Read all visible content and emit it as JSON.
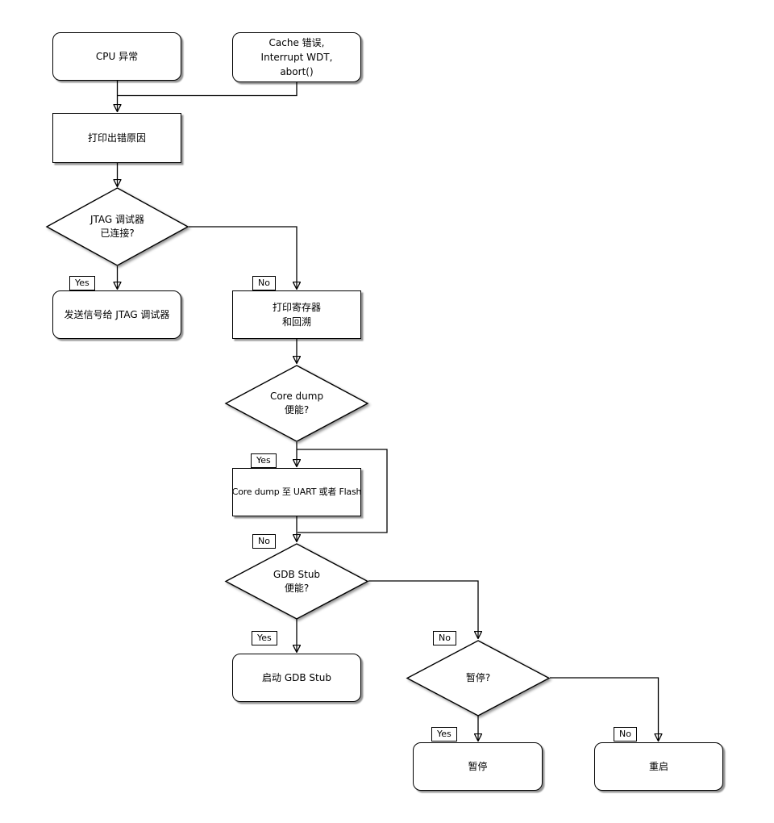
{
  "nodes": {
    "cpu_exception": {
      "type": "start",
      "label": "CPU 异常"
    },
    "cache_error": {
      "type": "start",
      "lines": [
        "Cache 错误,",
        "Interrupt WDT,",
        "abort()"
      ]
    },
    "print_cause": {
      "type": "process",
      "label": "打印出错原因"
    },
    "jtag_connected": {
      "type": "decision",
      "lines": [
        "JTAG 调试器",
        "已连接?"
      ]
    },
    "send_signal": {
      "type": "terminal",
      "label": "发送信号给 JTAG 调试器"
    },
    "print_registers": {
      "type": "process",
      "lines": [
        "打印寄存器",
        "和回溯"
      ]
    },
    "coredump_enabled": {
      "type": "decision",
      "lines": [
        "Core dump",
        "便能?"
      ]
    },
    "coredump_uart": {
      "type": "process",
      "label": "Core dump 至 UART 或者 Flash"
    },
    "gdbstub_enabled": {
      "type": "decision",
      "lines": [
        "GDB Stub",
        "便能?"
      ]
    },
    "start_gdbstub": {
      "type": "terminal",
      "label": "启动 GDB Stub"
    },
    "halt_question": {
      "type": "decision",
      "label": "暂停?"
    },
    "halt": {
      "type": "terminal",
      "label": "暂停"
    },
    "reboot": {
      "type": "terminal",
      "label": "重启"
    }
  },
  "edge_labels": {
    "yes": "Yes",
    "no": "No"
  },
  "edges": [
    {
      "from": "cpu_exception",
      "to": "print_cause"
    },
    {
      "from": "cache_error",
      "to": "print_cause"
    },
    {
      "from": "print_cause",
      "to": "jtag_connected"
    },
    {
      "from": "jtag_connected",
      "to": "send_signal",
      "label": "Yes"
    },
    {
      "from": "jtag_connected",
      "to": "print_registers",
      "label": "No"
    },
    {
      "from": "print_registers",
      "to": "coredump_enabled"
    },
    {
      "from": "coredump_enabled",
      "to": "coredump_uart",
      "label": "Yes"
    },
    {
      "from": "coredump_enabled",
      "to": "gdbstub_enabled",
      "label": "No"
    },
    {
      "from": "coredump_uart",
      "to": "gdbstub_enabled"
    },
    {
      "from": "gdbstub_enabled",
      "to": "start_gdbstub",
      "label": "Yes"
    },
    {
      "from": "gdbstub_enabled",
      "to": "halt_question",
      "label": "No"
    },
    {
      "from": "halt_question",
      "to": "halt",
      "label": "Yes"
    },
    {
      "from": "halt_question",
      "to": "reboot",
      "label": "No"
    }
  ],
  "colors": {
    "stroke": "#000000",
    "background": "#ffffff",
    "shadow": "#9a9a9a"
  }
}
